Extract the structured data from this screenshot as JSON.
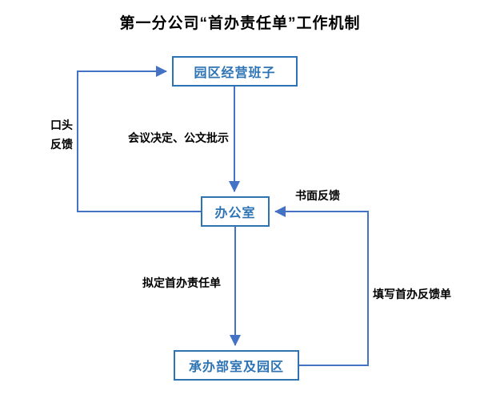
{
  "title": "第一分公司“首办责任单”工作机制",
  "nodes": [
    {
      "id": "park-management-team",
      "label": "园区经营班子"
    },
    {
      "id": "office",
      "label": "办公室"
    },
    {
      "id": "departments-and-parks",
      "label": "承办部室及园区"
    }
  ],
  "labels": {
    "verbal_feedback_line1": "口头",
    "verbal_feedback_line2": "反馈",
    "meeting_decision": "会议决定、公文批示",
    "written_feedback": "书面反馈",
    "draft_responsibility_sheet": "拟定首办责任单",
    "fill_feedback_sheet": "填写首办反馈单"
  },
  "colors": {
    "box_border": "#2E74B5",
    "box_text": "#2E74B5",
    "arrow": "#4472C4",
    "label_text": "#000000",
    "title_text": "#000000",
    "background": "#FFFFFF"
  }
}
